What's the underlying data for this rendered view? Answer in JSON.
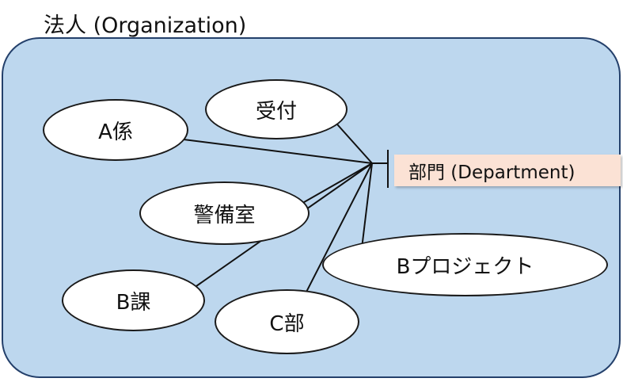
{
  "title": "法人 (Organization)",
  "department_label": "部門 (Department)",
  "nodes": {
    "reception": "受付",
    "a_section": "A係",
    "security_room": "警備室",
    "b_project": "Bプロジェクト",
    "b_division": "B課",
    "c_department": "C部"
  }
}
